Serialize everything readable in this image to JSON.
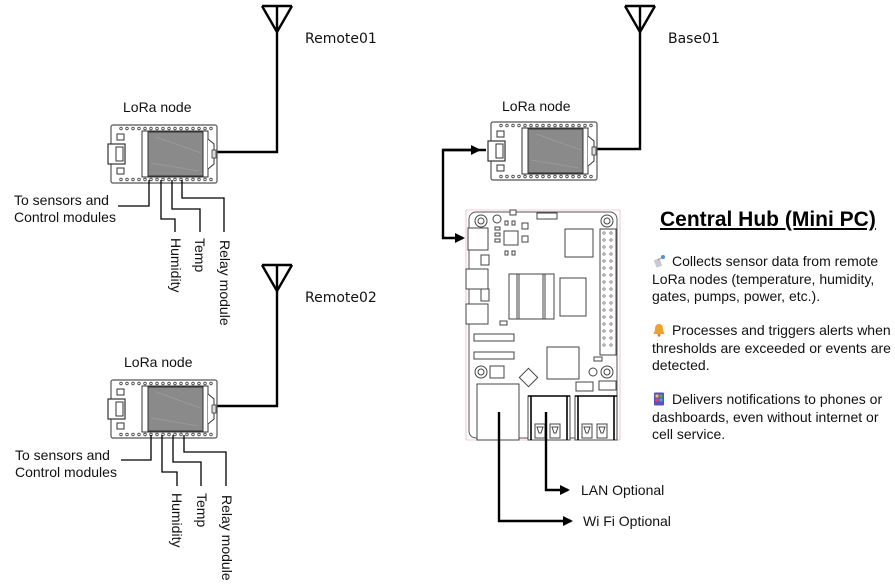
{
  "nodes": {
    "remote01": {
      "antenna_label": "Remote01",
      "board_label": "LoRa node",
      "bus_label_line1": "To sensors and",
      "bus_label_line2": "Control modules",
      "pins": [
        "Humidity",
        "Temp",
        "Relay module"
      ]
    },
    "remote02": {
      "antenna_label": "Remote02",
      "board_label": "LoRa node",
      "bus_label_line1": "To sensors and",
      "bus_label_line2": "Control modules",
      "pins": [
        "Humidity",
        "Temp",
        "Relay module"
      ]
    },
    "base01": {
      "antenna_label": "Base01",
      "board_label": "LoRa node"
    }
  },
  "hub": {
    "title": "Central Hub (Mini PC)",
    "items": [
      {
        "icon": "satellite-antenna-icon",
        "text": "Collects sensor data from remote LoRa nodes (temperature, humidity, gates, pumps, power, etc.)."
      },
      {
        "icon": "bell-icon",
        "text": "Processes and triggers alerts when thresholds are exceeded or events are detected."
      },
      {
        "icon": "mobile-phone-icon",
        "text": "Delivers notifications to phones or dashboards, even without internet or cell service."
      }
    ],
    "outputs": [
      "LAN Optional",
      "Wi Fi Optional"
    ]
  },
  "colors": {
    "line": "#000000",
    "screen": "#8a8a8a",
    "pcb_outline": "#555555",
    "guide_lines": "#e8a0b0",
    "bell": "#f0a030",
    "phone": "#5a4fc0"
  }
}
